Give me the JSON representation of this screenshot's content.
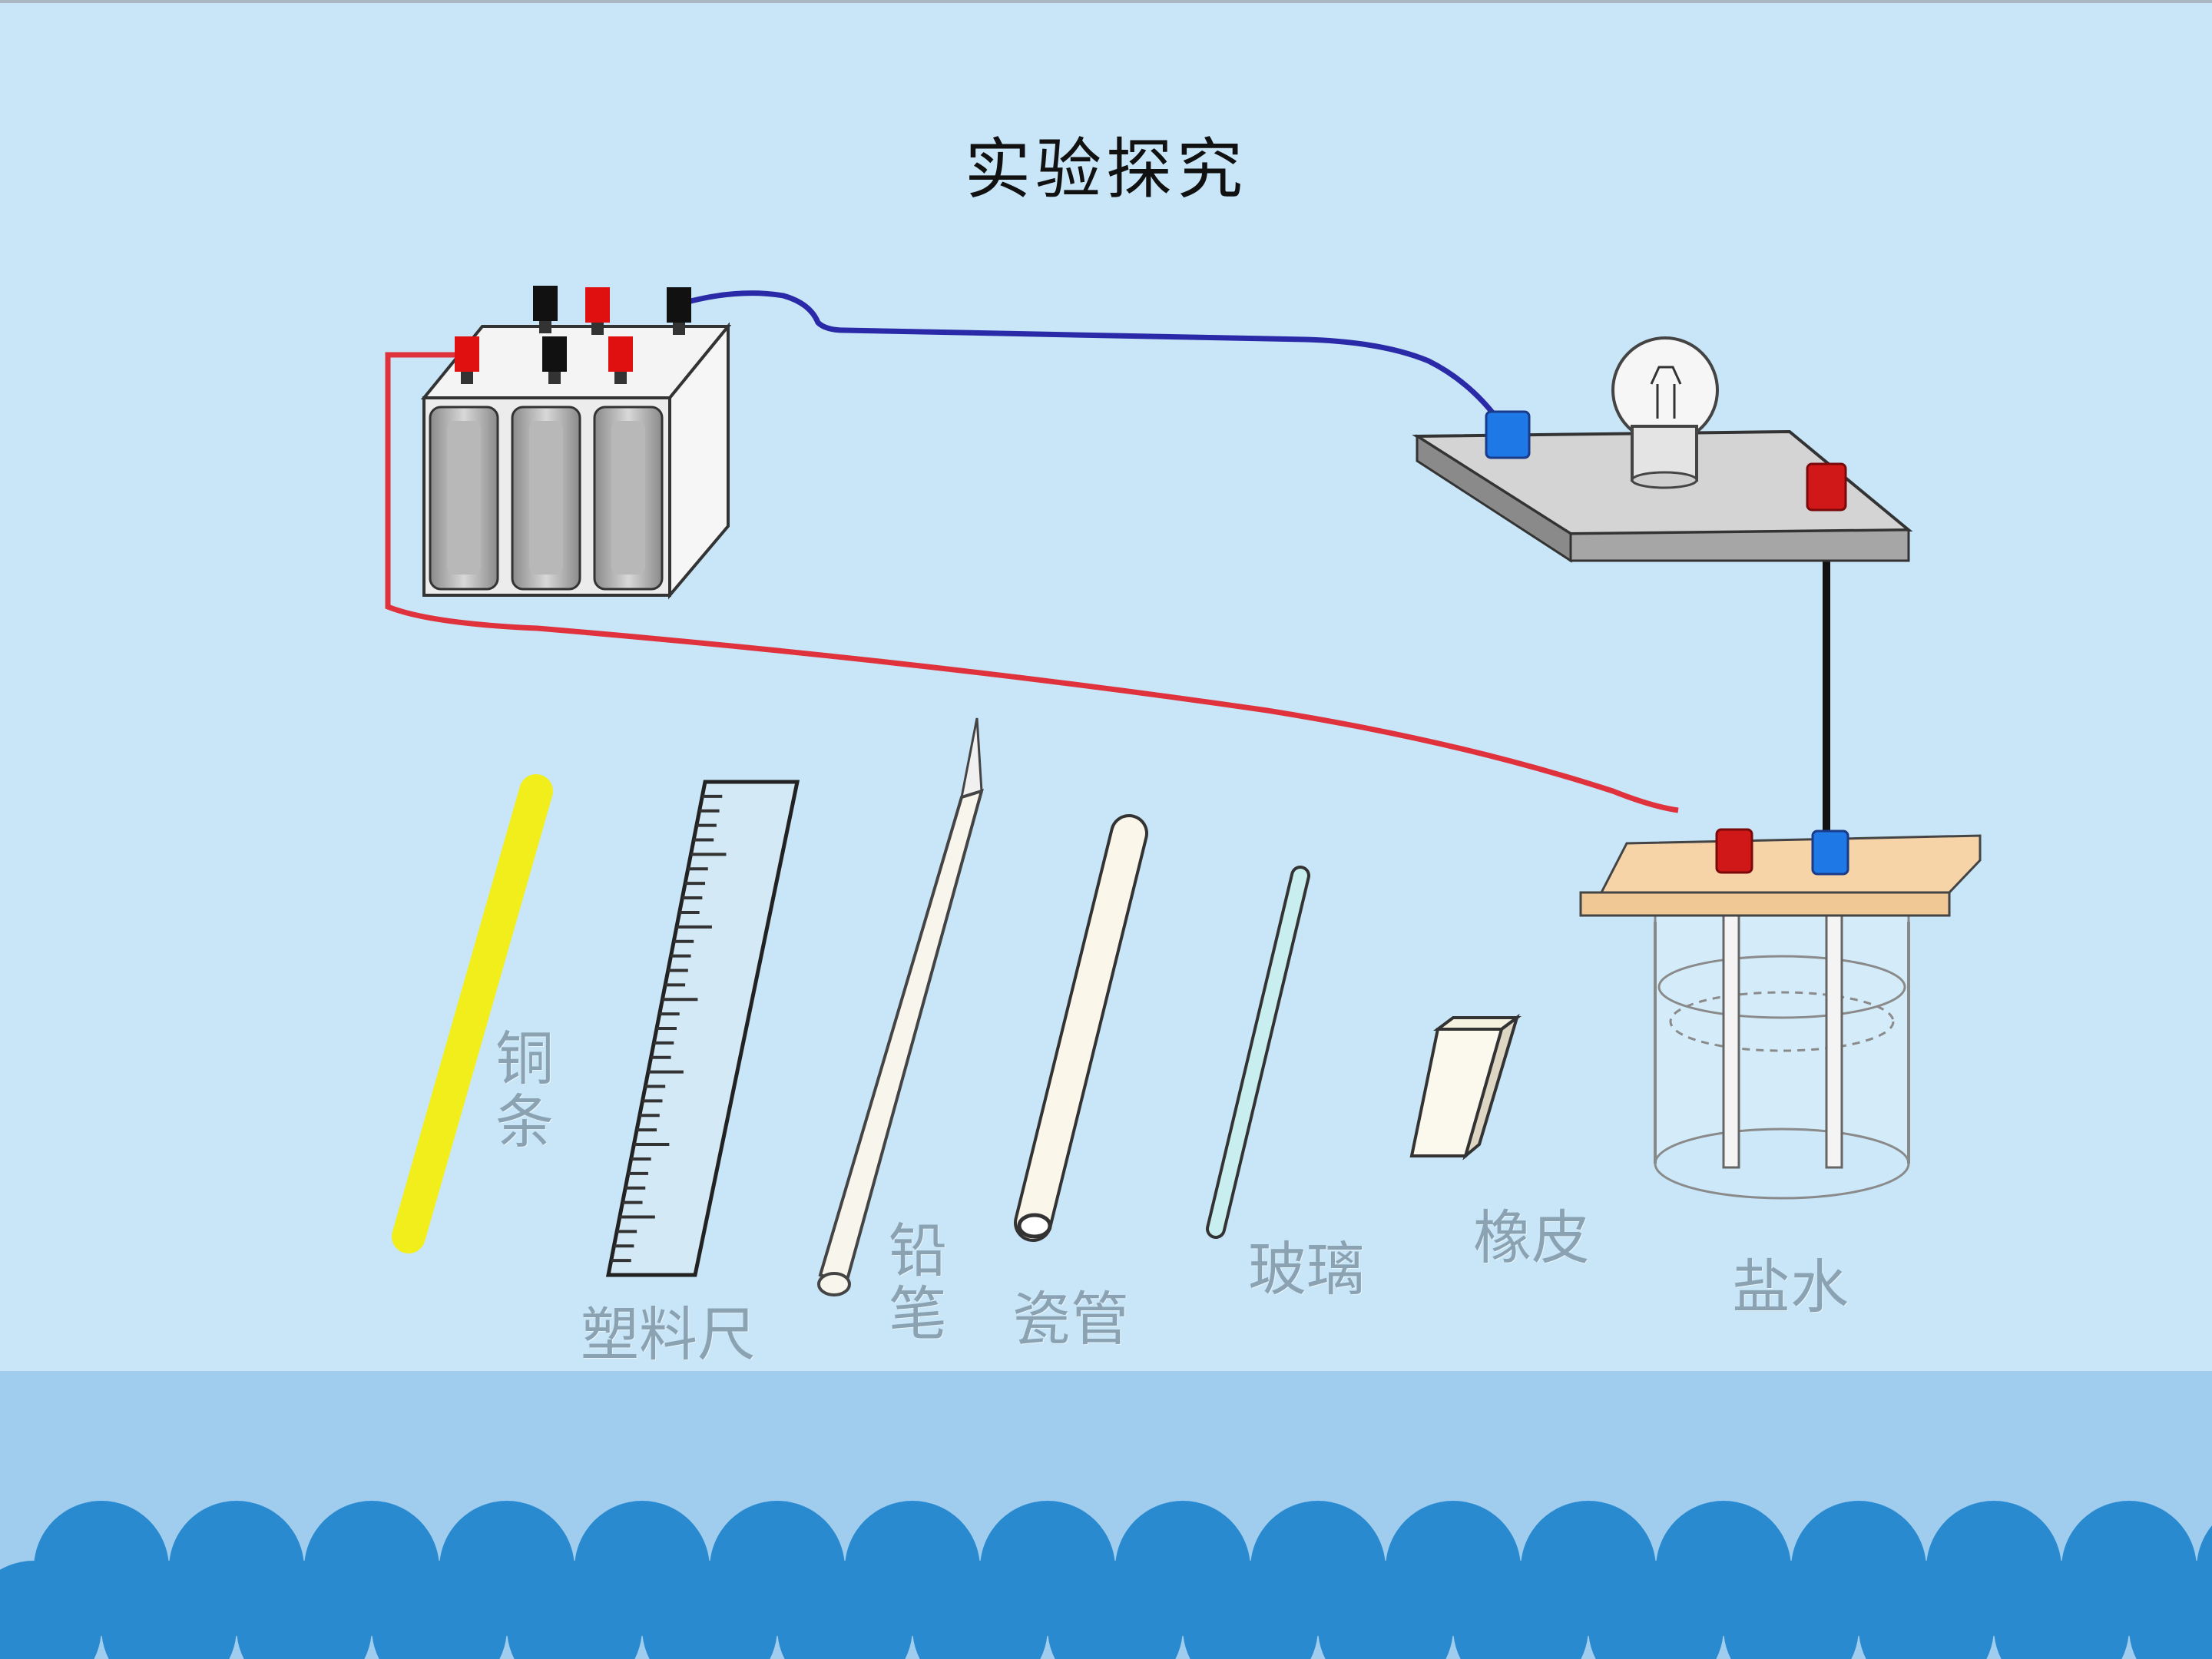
{
  "slide": {
    "title": "实验探究",
    "colors": {
      "background": "#c8e6f8",
      "wave_band": "#a0cdee",
      "wave": "#2a8ad0",
      "wire_red": "#e0323c",
      "wire_blue": "#2a2aa8",
      "wire_black": "#111111",
      "copper_strip": "#f2ee1c"
    },
    "items": [
      {
        "name": "copper-strip",
        "label": "铜条"
      },
      {
        "name": "plastic-ruler",
        "label": "塑料尺"
      },
      {
        "name": "pencil",
        "label": "铅笔"
      },
      {
        "name": "ceramic-tube",
        "label": "瓷管"
      },
      {
        "name": "glass-rod",
        "label": "玻璃"
      },
      {
        "name": "eraser",
        "label": "橡皮"
      },
      {
        "name": "salt-water",
        "label": "盐水"
      }
    ]
  }
}
